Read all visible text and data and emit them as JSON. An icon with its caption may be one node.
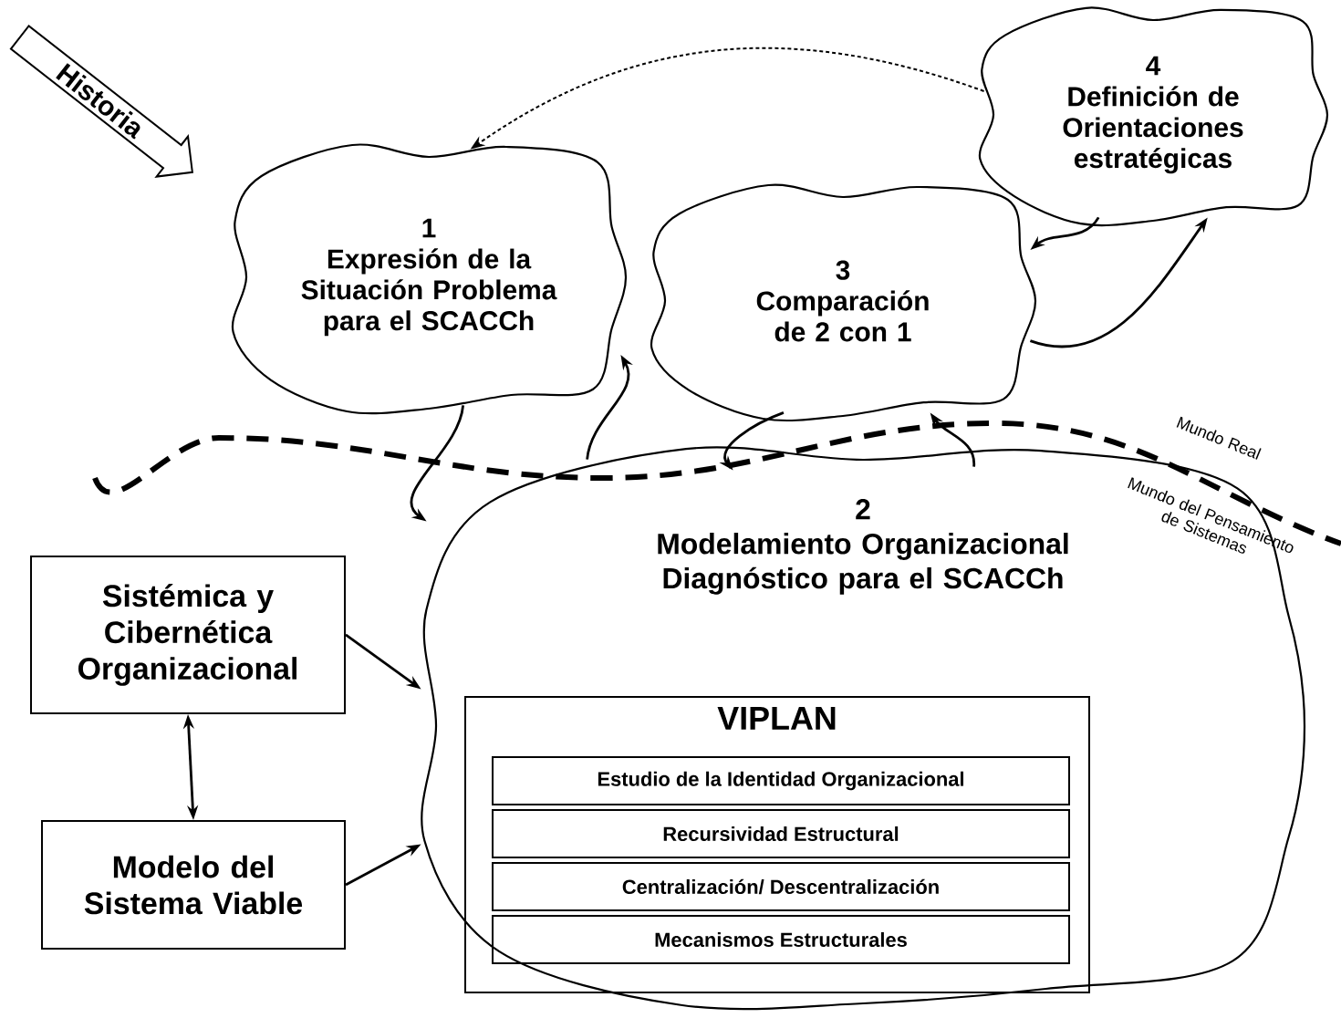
{
  "diagram": {
    "nodes": [
      {
        "text": [
          "Historia"
        ]
      },
      {
        "text": [
          "1",
          "Expresión de la Situación Problema para el SCACCh"
        ]
      },
      {
        "text": [
          "4",
          "Definición de Orientaciones estratégicas"
        ]
      },
      {
        "text": [
          "3",
          "Comparación de 2 con 1"
        ]
      },
      {
        "text": [
          "2",
          "Modelamiento Organizacional Diagnóstico para el SCACCh"
        ]
      },
      {
        "text": [
          "VIPLAN"
        ],
        "in": 4
      },
      {
        "text": [
          "Estudio de la Identidad Organizacional"
        ],
        "in": 5
      },
      {
        "text": [
          "Recursividad Estructural"
        ],
        "in": 5
      },
      {
        "text": [
          "Centralización/ Descentralización"
        ],
        "in": 5
      },
      {
        "text": [
          "Mecanismos Estructurales"
        ],
        "in": 5
      },
      {
        "text": [
          "Sistémica y Cibernética Organizacional"
        ]
      },
      {
        "text": [
          "Modelo del Sistema Viable"
        ]
      }
    ],
    "edges": [
      {
        "from": 2,
        "to": 1,
        "arrow": "to",
        "style": "dashed"
      },
      {
        "from": 1,
        "to": 4,
        "arrow": "to"
      },
      {
        "from": 4,
        "to": 1,
        "arrow": "to"
      },
      {
        "from": 3,
        "to": 4,
        "arrow": "to"
      },
      {
        "from": 4,
        "to": 3,
        "arrow": "to"
      },
      {
        "from": 3,
        "to": 2,
        "arrow": "to"
      },
      {
        "from": 2,
        "to": 3,
        "arrow": "to"
      },
      {
        "from": 10,
        "to": 4,
        "arrow": "to"
      },
      {
        "from": 11,
        "to": 4,
        "arrow": "to"
      },
      {
        "from": 10,
        "to": 11,
        "arrow": "both"
      }
    ],
    "labels": [
      "Mundo Real",
      "Mundo del Pensamiento de Sistemas"
    ]
  }
}
